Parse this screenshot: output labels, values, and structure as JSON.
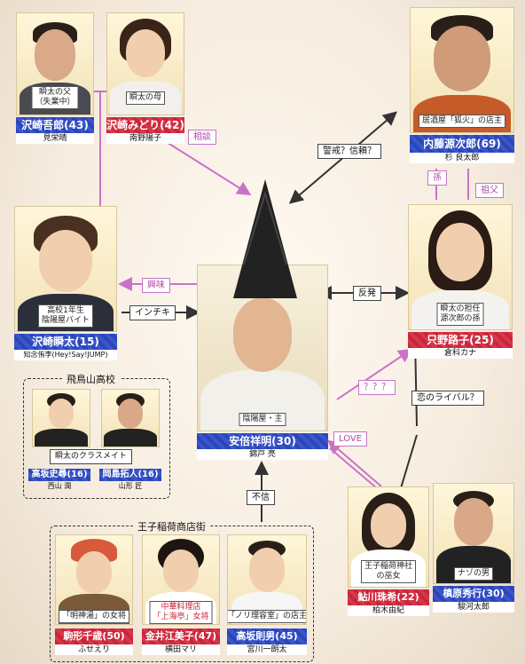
{
  "people": {
    "goro": {
      "role": [
        "瞬太の父",
        "（失業中）"
      ],
      "name": "沢崎吾郎(43)",
      "actor": "見栄晴"
    },
    "midori": {
      "role": [
        "瞬太の母"
      ],
      "name": "沢崎みどり(42)",
      "actor": "南野陽子"
    },
    "genjiro": {
      "role": [
        "居酒屋「狐火」の店主"
      ],
      "name": "内藤源次郎(69)",
      "actor": "杉 良太郎"
    },
    "shunta": {
      "role": [
        "高校1年生",
        "陰陽屋バイト"
      ],
      "name": "沢崎瞬太(15)",
      "actor": "知念侑李(Hey!Say!JUMP)"
    },
    "seimei": {
      "role": [
        "陰陽屋・主"
      ],
      "name": "安倍祥明(30)",
      "actor": "錦戸 亮"
    },
    "michiko": {
      "role": [
        "瞬太の担任",
        "源次郎の孫"
      ],
      "name": "只野路子(25)",
      "actor": "倉科カナ"
    },
    "shiho": {
      "name": "高坂史尋(16)",
      "actor": "西山 潤"
    },
    "takuto": {
      "name": "岡島拓人(16)",
      "actor": "山形 匠"
    },
    "chigusa": {
      "role": [
        "「明神湯」の女将"
      ],
      "name": "駒形千歳(50)",
      "actor": "ふせえり"
    },
    "emiko": {
      "role": [
        "中華料理店",
        "「上海亭」女将"
      ],
      "name": "金井江美子(47)",
      "actor": "横田マリ"
    },
    "norio": {
      "role": [
        "「ノリ理容室」の店主"
      ],
      "name": "高坂則男(45)",
      "actor": "宮川一朗太"
    },
    "juki": {
      "role": [
        "王子稲荷神社",
        "の巫女"
      ],
      "name": "鮎川珠希(22)",
      "actor": "柏木由紀"
    },
    "makihara": {
      "role": [
        "ナゾの男"
      ],
      "name": "槙原秀行(30)",
      "actor": "駿河太郎"
    }
  },
  "groups": {
    "school": {
      "title": "飛鳥山高校",
      "role": "瞬太のクラスメイト"
    },
    "shopping": {
      "title": "王子稲荷商店街"
    }
  },
  "relations": {
    "sodan": "相談",
    "keikai": "警戒？信頼？",
    "mago": "孫",
    "sofu": "祖父",
    "kyomi": "興味",
    "inchiki": "インチキ",
    "hanpatsu": "反発",
    "hatena": "？？？",
    "rival": "恋のライバル？",
    "love": "LOVE",
    "fushin": "不信"
  }
}
